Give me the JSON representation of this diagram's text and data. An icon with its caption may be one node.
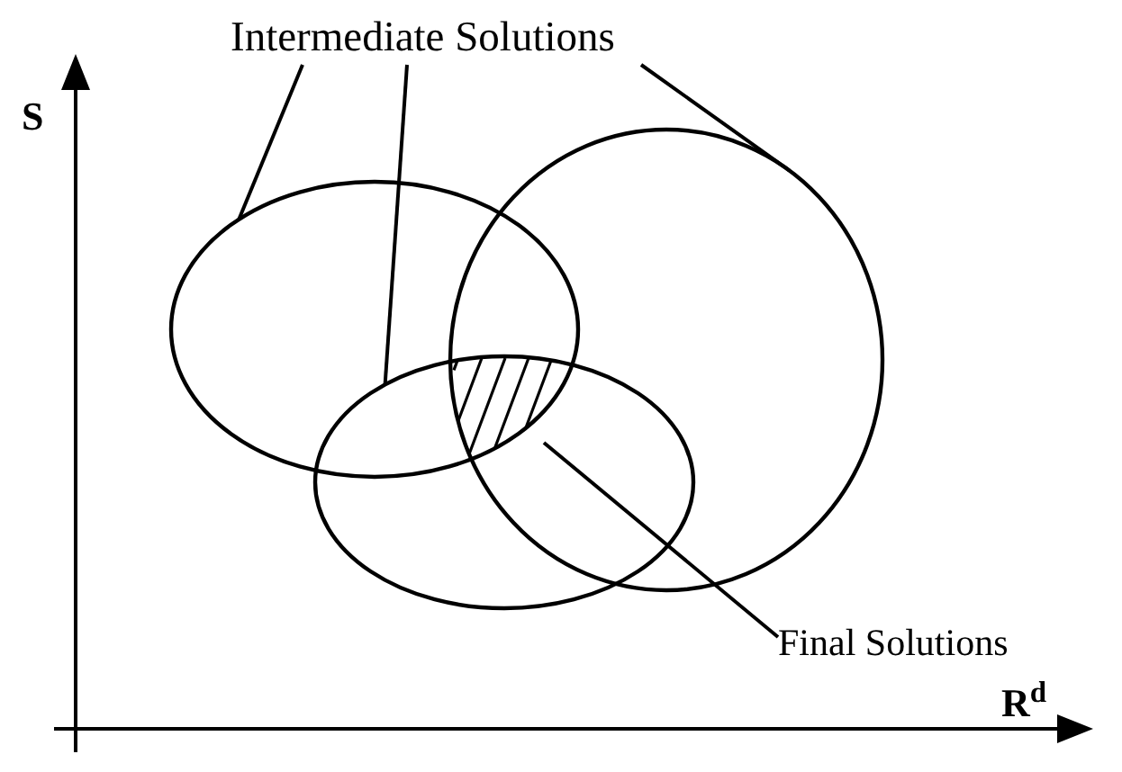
{
  "diagram": {
    "nodes": [
      {
        "text": [
          "Intermediate Solutions"
        ]
      },
      {
        "text": [],
        "shape": "ellipse"
      },
      {
        "text": [],
        "shape": "ellipse"
      },
      {
        "text": [],
        "shape": "ellipse"
      },
      {
        "text": [],
        "shape": "region"
      },
      {
        "text": [
          "Final Solutions"
        ]
      }
    ],
    "edges": [
      {
        "from": 0,
        "to": 1,
        "arrow": "none"
      },
      {
        "from": 0,
        "to": 2,
        "arrow": "none"
      },
      {
        "from": 0,
        "to": 3,
        "arrow": "none"
      },
      {
        "from": 5,
        "to": 4,
        "arrow": "none"
      }
    ],
    "labels": [
      "S",
      "R$^{d}$"
    ]
  }
}
